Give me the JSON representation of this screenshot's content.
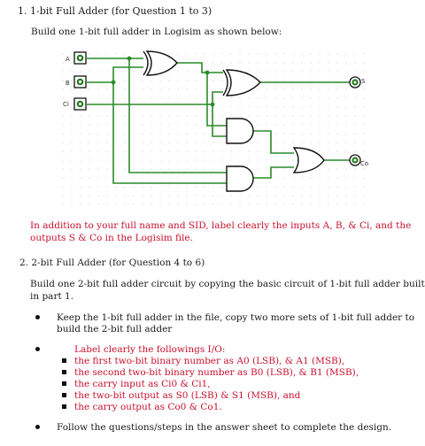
{
  "section1": {
    "heading": "1.   1-bit Full Adder (for Question 1 to 3)",
    "intro": "Build one 1-bit full adder in Logisim as shown below:"
  },
  "circuit": {
    "inputs": [
      "A",
      "B",
      "Ci"
    ],
    "outputs": [
      "S",
      "Co"
    ],
    "colors": {
      "wire": "#2a8a2a",
      "gate": "#111111",
      "pin": "#1e7a1e",
      "grid": "#d6d6d6"
    },
    "icons": [
      "xor-gate-icon",
      "and-gate-icon",
      "or-gate-icon",
      "input-pin-icon",
      "output-pin-icon"
    ]
  },
  "note": {
    "line1": "In addition to your full name and SID, label clearly the inputs A, B, & Ci, and the",
    "line2": "outputs S & Co in the Logisim file."
  },
  "section2": {
    "heading": "2.   2-bit Full Adder (for Question 4 to 6)",
    "intro_line1": "Build one 2-bit full adder circuit by copying the basic circuit of 1-bit full adder built",
    "intro_line2": "in part 1.",
    "bullet1_line1": "Keep the 1-bit full adder in the file, copy two more sets of 1-bit full adder to",
    "bullet1_line2": "build the 2-bit full adder",
    "bullet2_title": "Label clearly the followings I/O:",
    "sub_items": [
      "the first two-bit binary number as A0 (LSB), & A1 (MSB),",
      "the second two-bit binary number as B0 (LSB), & B1 (MSB),",
      "the carry input as Ci0 & Ci1,",
      "the two-bit output as S0 (LSB) & S1 (MSB), and",
      "the carry output as Co0 & Co1."
    ],
    "bullet3": "Follow the questions/steps in the answer sheet to complete the design."
  }
}
